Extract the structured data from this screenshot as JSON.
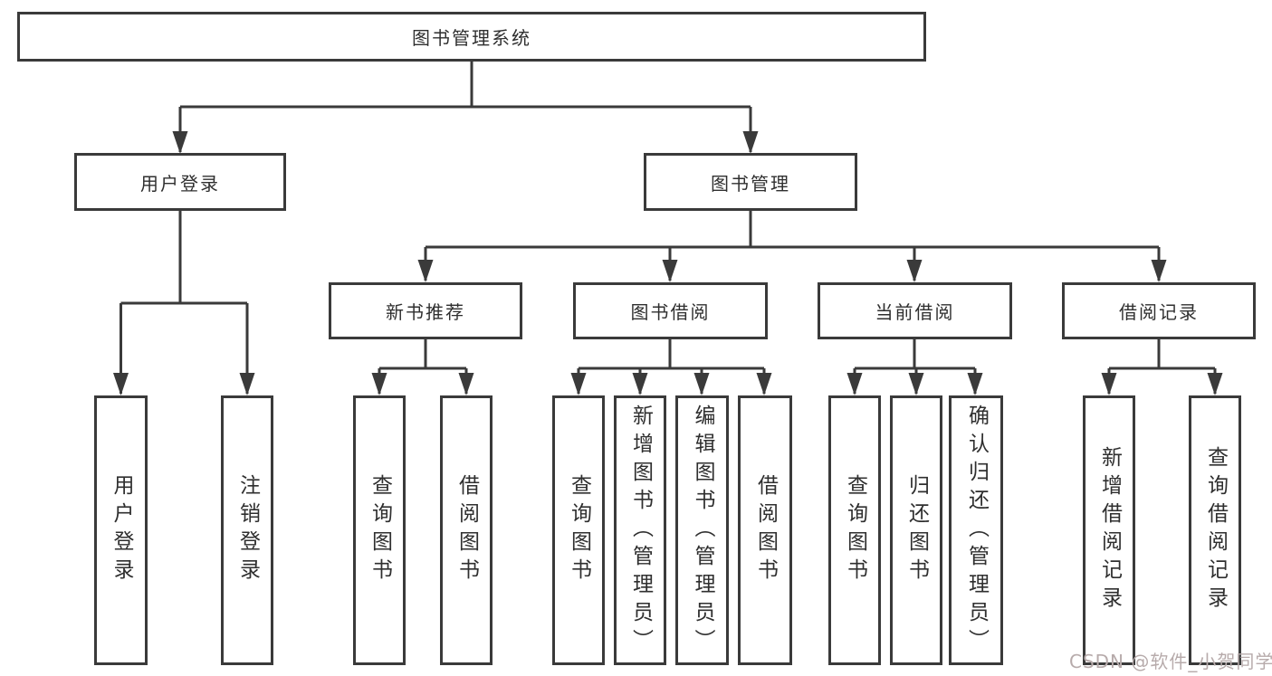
{
  "diagram_title": "图书管理系统",
  "tree": {
    "label": "图书管理系统",
    "children": [
      {
        "label": "用户登录",
        "children": [
          {
            "label": "用户登录"
          },
          {
            "label": "注销登录"
          }
        ]
      },
      {
        "label": "图书管理",
        "children": [
          {
            "label": "新书推荐",
            "children": [
              {
                "label": "查询图书"
              },
              {
                "label": "借阅图书"
              }
            ]
          },
          {
            "label": "图书借阅",
            "children": [
              {
                "label": "查询图书"
              },
              {
                "label": "新增图书（管理员）"
              },
              {
                "label": "编辑图书（管理员）"
              },
              {
                "label": "借阅图书"
              }
            ]
          },
          {
            "label": "当前借阅",
            "children": [
              {
                "label": "查询图书"
              },
              {
                "label": "归还图书"
              },
              {
                "label": "确认归还（管理员）"
              }
            ]
          },
          {
            "label": "借阅记录",
            "children": [
              {
                "label": "新增借阅记录"
              },
              {
                "label": "查询借阅记录"
              }
            ]
          }
        ]
      }
    ]
  },
  "watermark": "CSDN @软件_小贺同学",
  "colors": {
    "line": "#3a3a3a",
    "text": "#2f2f2f",
    "watermark": "#b7abab",
    "background": "#ffffff"
  }
}
